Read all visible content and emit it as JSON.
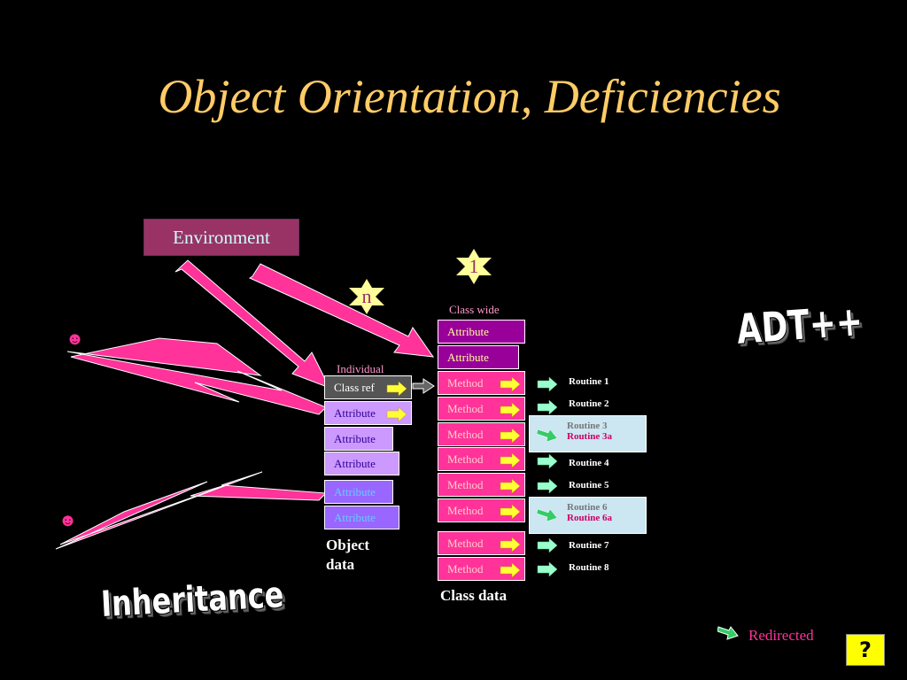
{
  "title": "Object Orientation, Deficiencies",
  "environment": "Environment",
  "badge_one": "1",
  "badge_n": "n",
  "labels": {
    "class_wide": "Class wide",
    "individual": "Individual",
    "object_data": "Object data",
    "class_data": "Class data",
    "adt": "ADT++",
    "inheritance": "Inheritance",
    "redirected": "Redirected",
    "help": "?"
  },
  "smiley": "☻",
  "object_items": [
    "Class ref",
    "Attribute",
    "Attribute",
    "Attribute",
    "Attribute",
    "Attribute"
  ],
  "class_attributes": [
    "Attribute",
    "Attribute"
  ],
  "methods": [
    "Method",
    "Method",
    "Method",
    "Method",
    "Method",
    "Method",
    "Method",
    "Method"
  ],
  "routines": {
    "r1": "Routine 1",
    "r2": "Routine 2",
    "r3": "Routine 3",
    "r3a": "Routine 3a",
    "r4": "Routine 4",
    "r5": "Routine 5",
    "r6": "Routine 6",
    "r6a": "Routine 6a",
    "r7": "Routine 7",
    "r8": "Routine 8"
  },
  "colors": {
    "title": "#ffcc66",
    "arrow_pink": "#ff3399",
    "arrow_yellow": "#ffff33",
    "arrow_green": "#33cc66",
    "arrow_mint": "#99ffcc"
  }
}
